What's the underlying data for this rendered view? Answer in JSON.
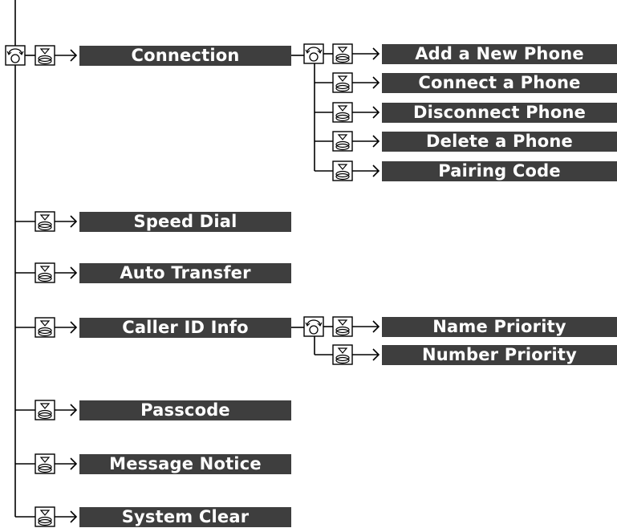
{
  "menu": {
    "items": [
      {
        "label": "Connection",
        "children": [
          "Add a New Phone",
          "Connect a Phone",
          "Disconnect Phone",
          "Delete a Phone",
          "Pairing Code"
        ]
      },
      {
        "label": "Speed Dial",
        "children": []
      },
      {
        "label": "Auto Transfer",
        "children": []
      },
      {
        "label": "Caller ID Info",
        "children": [
          "Name Priority",
          "Number Priority"
        ]
      },
      {
        "label": "Passcode",
        "children": []
      },
      {
        "label": "Message Notice",
        "children": []
      },
      {
        "label": "System Clear",
        "children": []
      }
    ]
  },
  "icons": {
    "rotate": "interface-dial-rotate-icon",
    "press": "interface-dial-press-icon"
  },
  "colors": {
    "box_fill": "#3e3e3e",
    "box_text": "#ffffff",
    "line": "#000000"
  }
}
